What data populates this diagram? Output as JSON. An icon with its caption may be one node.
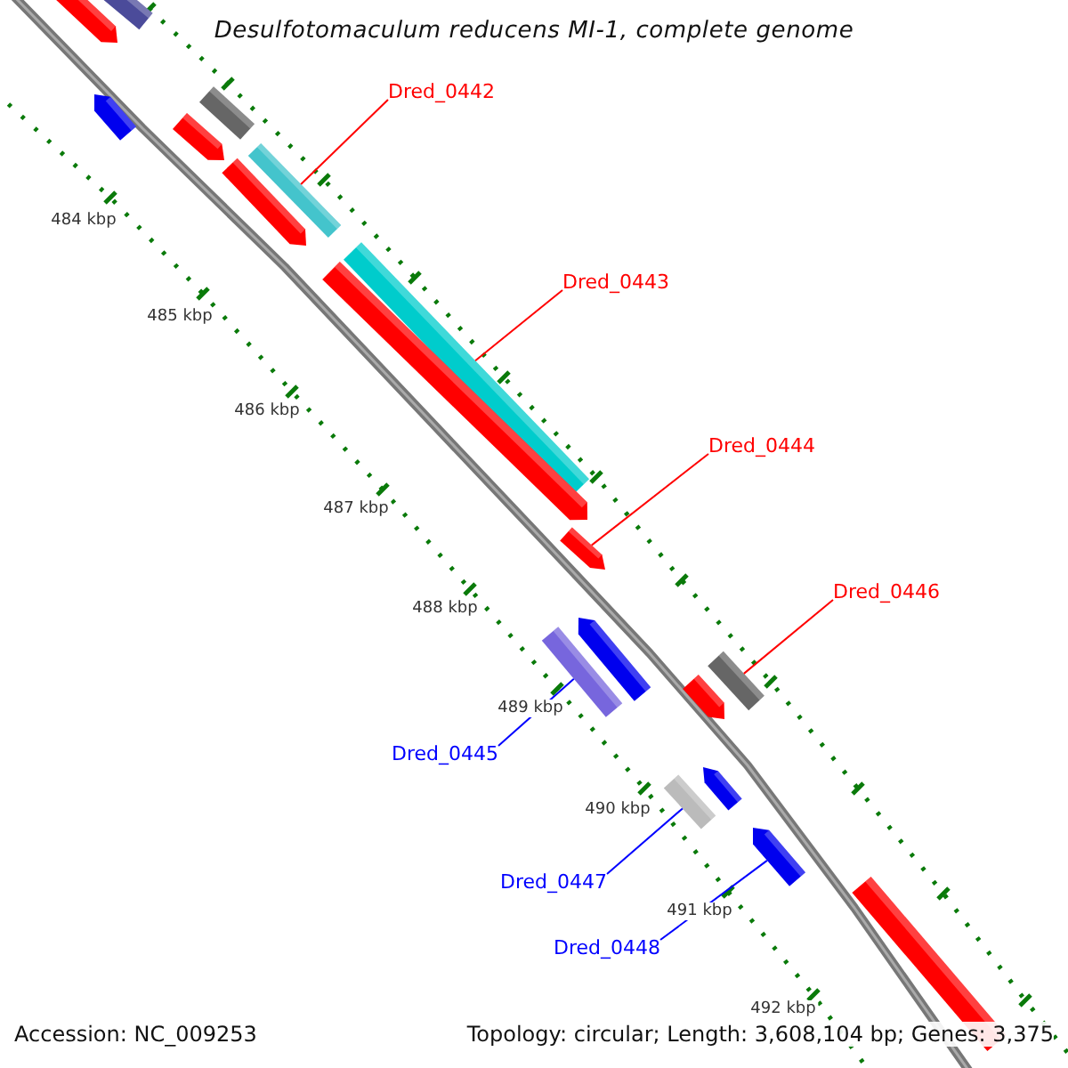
{
  "diagram": {
    "title": "Desulfotomaculum reducens MI-1, complete genome",
    "nodes": [
      {
        "text": [
          "Dred_0442"
        ]
      },
      {
        "text": [],
        "shape": "bar"
      },
      {
        "text": [
          "Dred_0443"
        ]
      },
      {
        "text": [],
        "shape": "bar"
      },
      {
        "text": [
          "Dred_0444"
        ]
      },
      {
        "text": [],
        "shape": "bar"
      },
      {
        "text": [
          "Dred_0446"
        ]
      },
      {
        "text": [],
        "shape": "bar"
      },
      {
        "text": [
          "Dred_0445"
        ]
      },
      {
        "text": [],
        "shape": "bar"
      },
      {
        "text": [
          "Dred_0447"
        ]
      },
      {
        "text": [],
        "shape": "bar"
      },
      {
        "text": [
          "Dred_0448"
        ]
      },
      {
        "text": [],
        "shape": "bar"
      },
      {
        "text": [],
        "shape": "bar"
      },
      {
        "text": [],
        "shape": "bar"
      },
      {
        "text": [],
        "shape": "bar"
      },
      {
        "text": [],
        "shape": "bar"
      },
      {
        "text": [],
        "shape": "bar"
      },
      {
        "text": [],
        "shape": "bar"
      },
      {
        "text": [],
        "shape": "bar"
      },
      {
        "text": [],
        "shape": "bar"
      },
      {
        "text": [],
        "shape": "bar"
      },
      {
        "text": [],
        "shape": "bar"
      },
      {
        "text": [],
        "shape": "bar"
      }
    ],
    "edges": [
      {
        "from": 0,
        "to": 1,
        "arrow": "none"
      },
      {
        "from": 2,
        "to": 3,
        "arrow": "none"
      },
      {
        "from": 4,
        "to": 5,
        "arrow": "none"
      },
      {
        "from": 6,
        "to": 7,
        "arrow": "none"
      },
      {
        "from": 8,
        "to": 9,
        "arrow": "none",
        "color": "#0000ff"
      },
      {
        "from": 10,
        "to": 11,
        "arrow": "none",
        "color": "#0000ff"
      },
      {
        "from": 12,
        "to": 13,
        "arrow": "none",
        "color": "#0000ff"
      }
    ],
    "labels": [
      "484 kbp",
      "485 kbp",
      "486 kbp",
      "487 kbp",
      "488 kbp",
      "489 kbp",
      "490 kbp",
      "491 kbp",
      "492 kbp",
      "Accession: NC_009253",
      "Topology: circular; Length: 3,608,104 bp; Genes: 3,375"
    ]
  }
}
